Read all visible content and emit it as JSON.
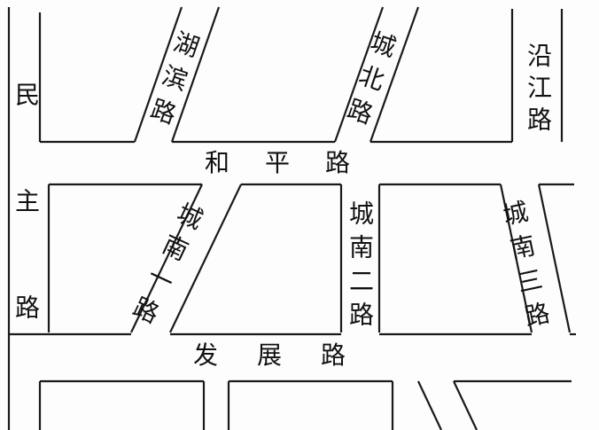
{
  "roads": {
    "minzhu": "民主路",
    "hubin": "湖滨路",
    "chengbei": "城北路",
    "yanjiang": "沿江路",
    "heping": "和平路",
    "chengnan1": "城南一路",
    "chengnan2": "城南二路",
    "chengnan3": "城南三路",
    "fazhan": "发展路"
  },
  "colors": {
    "line": "#1a1a1a",
    "background": "#fdfdfd",
    "text": "#111111"
  }
}
